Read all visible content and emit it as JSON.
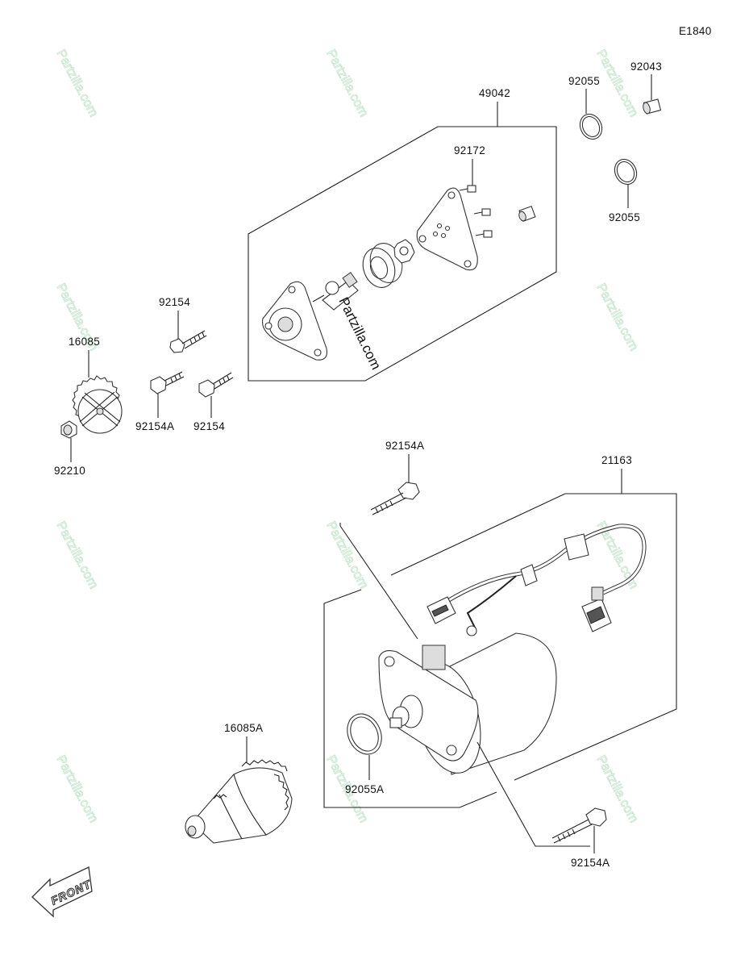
{
  "diagram_code": "E1840",
  "watermark_text": "Partzilla.com",
  "callouts": {
    "p49042": "49042",
    "p92055_top": "92055",
    "p92043": "92043",
    "p92172": "92172",
    "p92055_mid": "92055",
    "p92154_a": "92154",
    "p16085": "16085",
    "p92154A_left": "92154A",
    "p92154_b": "92154",
    "p92210": "92210",
    "p92154A_mid": "92154A",
    "p21163": "21163",
    "p16085A": "16085A",
    "p92055A": "92055A",
    "p92154A_bot": "92154A"
  },
  "front_label": "FRONT",
  "colors": {
    "ink": "#222222",
    "watermark": "#c8e6cf",
    "background": "#ffffff"
  }
}
